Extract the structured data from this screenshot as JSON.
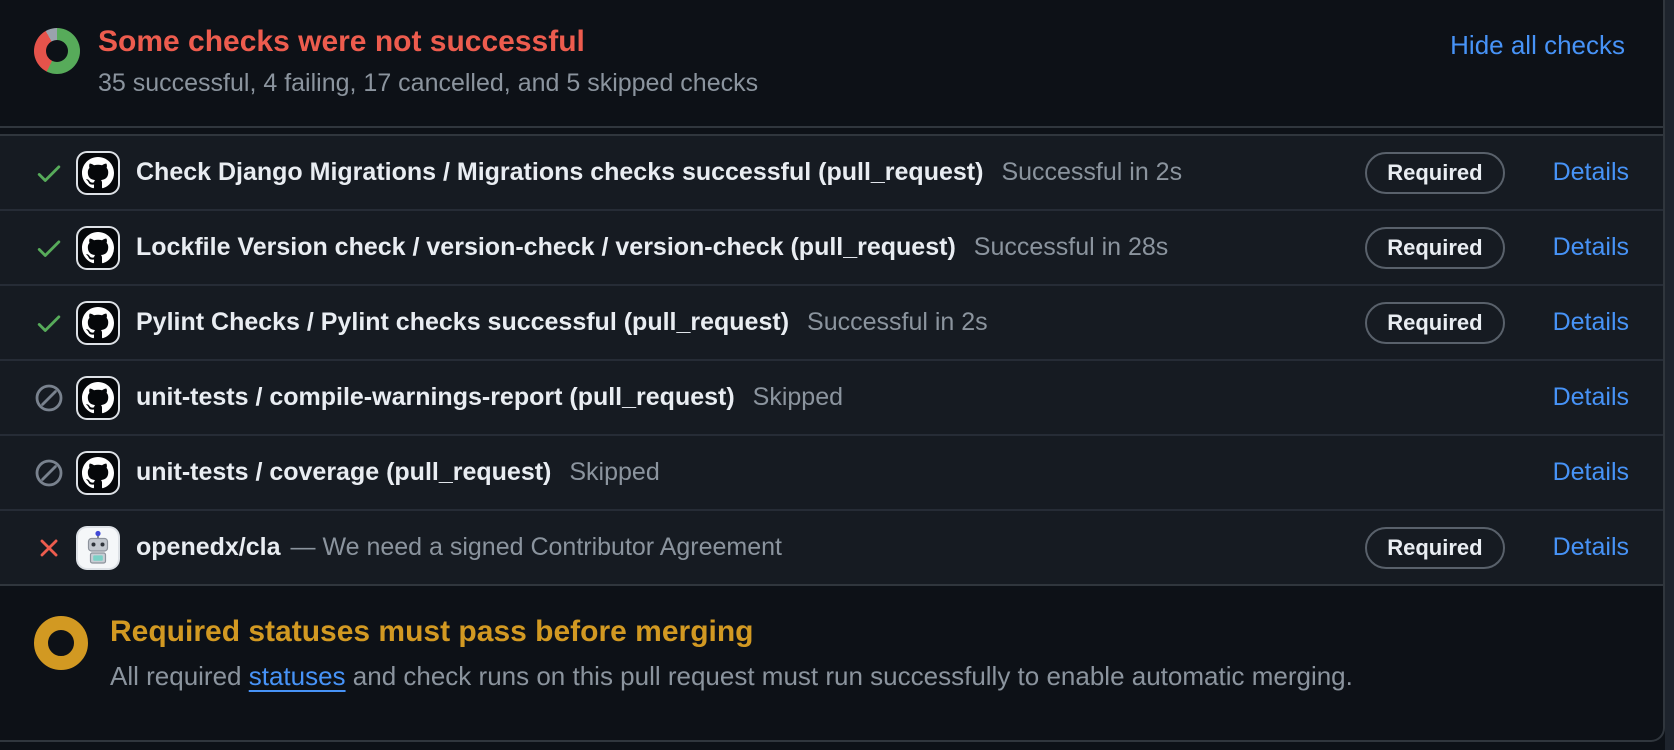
{
  "colors": {
    "accent": "#4793f7",
    "danger": "#ed5c4e",
    "attention": "#d29922",
    "success": "#57ab5a",
    "muted": "#8b949e",
    "foreground": "#e9edf2",
    "rowbg": "#161b22",
    "sectionbg": "#0d1117",
    "border": "#30363d"
  },
  "header": {
    "title": "Some checks were not successful",
    "subtitle": "35 successful, 4 failing, 17 cancelled, and 5 skipped checks",
    "hide_all_label": "Hide all checks",
    "counts": {
      "successful": 35,
      "failing": 4,
      "cancelled": 17,
      "skipped": 5
    },
    "donut_segments": [
      {
        "label": "successful",
        "pct": 57.4,
        "color": "#57ab5a"
      },
      {
        "label": "failing-or-cancelled",
        "pct": 34.4,
        "color": "#e5534b"
      },
      {
        "label": "skipped",
        "pct": 8.2,
        "color": "#9aa2ac"
      }
    ]
  },
  "checks": [
    {
      "icon": "check-circle-icon",
      "avatar": "github-logo",
      "name": "Check Django Migrations / Migrations checks successful (pull_request)",
      "status_text": "Successful in 2s",
      "required_label": "Required",
      "details_label": "Details"
    },
    {
      "icon": "check-circle-icon",
      "avatar": "github-logo",
      "name": "Lockfile Version check / version-check / version-check (pull_request)",
      "status_text": "Successful in 28s",
      "required_label": "Required",
      "details_label": "Details"
    },
    {
      "icon": "check-circle-icon",
      "avatar": "github-logo",
      "name": "Pylint Checks / Pylint checks successful (pull_request)",
      "status_text": "Successful in 2s",
      "required_label": "Required",
      "details_label": "Details"
    },
    {
      "icon": "skipped-icon",
      "avatar": "github-logo",
      "name": "unit-tests / compile-warnings-report (pull_request)",
      "status_text": "Skipped",
      "required_label": null,
      "details_label": "Details"
    },
    {
      "icon": "skipped-icon",
      "avatar": "github-logo",
      "name": "unit-tests / coverage (pull_request)",
      "status_text": "Skipped",
      "required_label": null,
      "details_label": "Details"
    },
    {
      "icon": "x-icon",
      "avatar": "robot-avatar",
      "name": "openedx/cla",
      "description": "— We need a signed Contributor Agreement",
      "status_text": null,
      "required_label": "Required",
      "details_label": "Details"
    }
  ],
  "footer": {
    "title": "Required statuses must pass before merging",
    "description_prefix": "All required ",
    "statuses_link_label": "statuses",
    "description_suffix": " and check runs on this pull request must run successfully to enable automatic merging."
  }
}
